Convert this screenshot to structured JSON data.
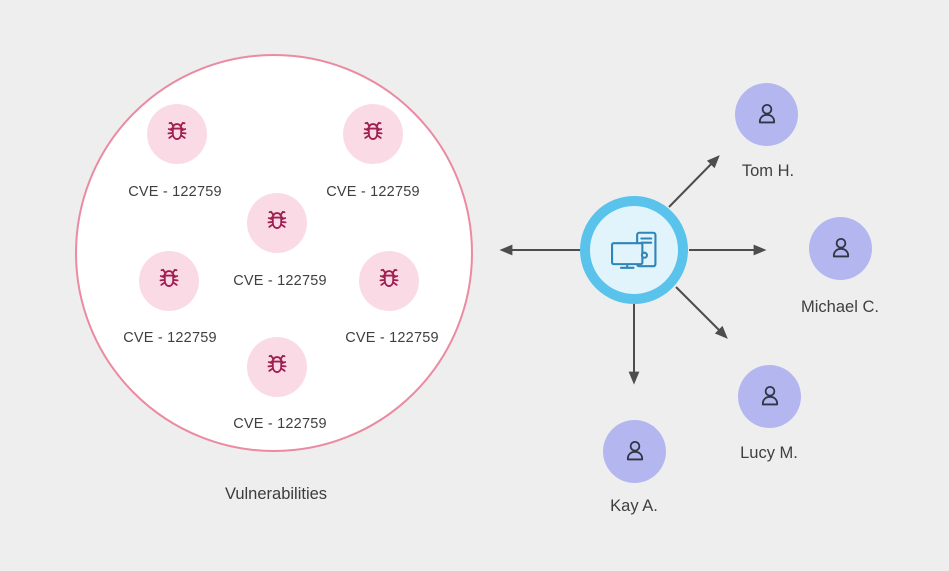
{
  "vulnerability_group": {
    "title": "Vulnerabilities",
    "nodes": [
      {
        "icon": "bug-icon",
        "label": "CVE - 122759"
      },
      {
        "icon": "bug-icon",
        "label": "CVE - 122759"
      },
      {
        "icon": "bug-icon",
        "label": "CVE - 122759"
      },
      {
        "icon": "bug-icon",
        "label": "CVE - 122759"
      },
      {
        "icon": "bug-icon",
        "label": "CVE - 122759"
      },
      {
        "icon": "bug-icon",
        "label": "CVE - 122759"
      }
    ],
    "colors": {
      "outer_circle_border": "#ea8ba1",
      "outer_circle_fill": "#ffffff",
      "bug_circle_fill": "#fadbe5",
      "bug_icon_stroke": "#a02052"
    }
  },
  "asset_node": {
    "icon": "computer-icon",
    "colors": {
      "ring": "#59c3ec",
      "fill": "#e1f3fb",
      "icon_stroke": "#2e85b9"
    }
  },
  "users": [
    {
      "name": "Tom H.",
      "icon": "person-icon"
    },
    {
      "name": "Michael C.",
      "icon": "person-icon"
    },
    {
      "name": "Lucy M.",
      "icon": "person-icon"
    },
    {
      "name": "Kay A.",
      "icon": "person-icon"
    }
  ],
  "user_colors": {
    "avatar_fill": "#b4b7ef",
    "person_icon_stroke": "#2f3545"
  },
  "arrow_color": "#4d4d4d",
  "text_color": "#3f3f3f",
  "background": "#efeeef"
}
